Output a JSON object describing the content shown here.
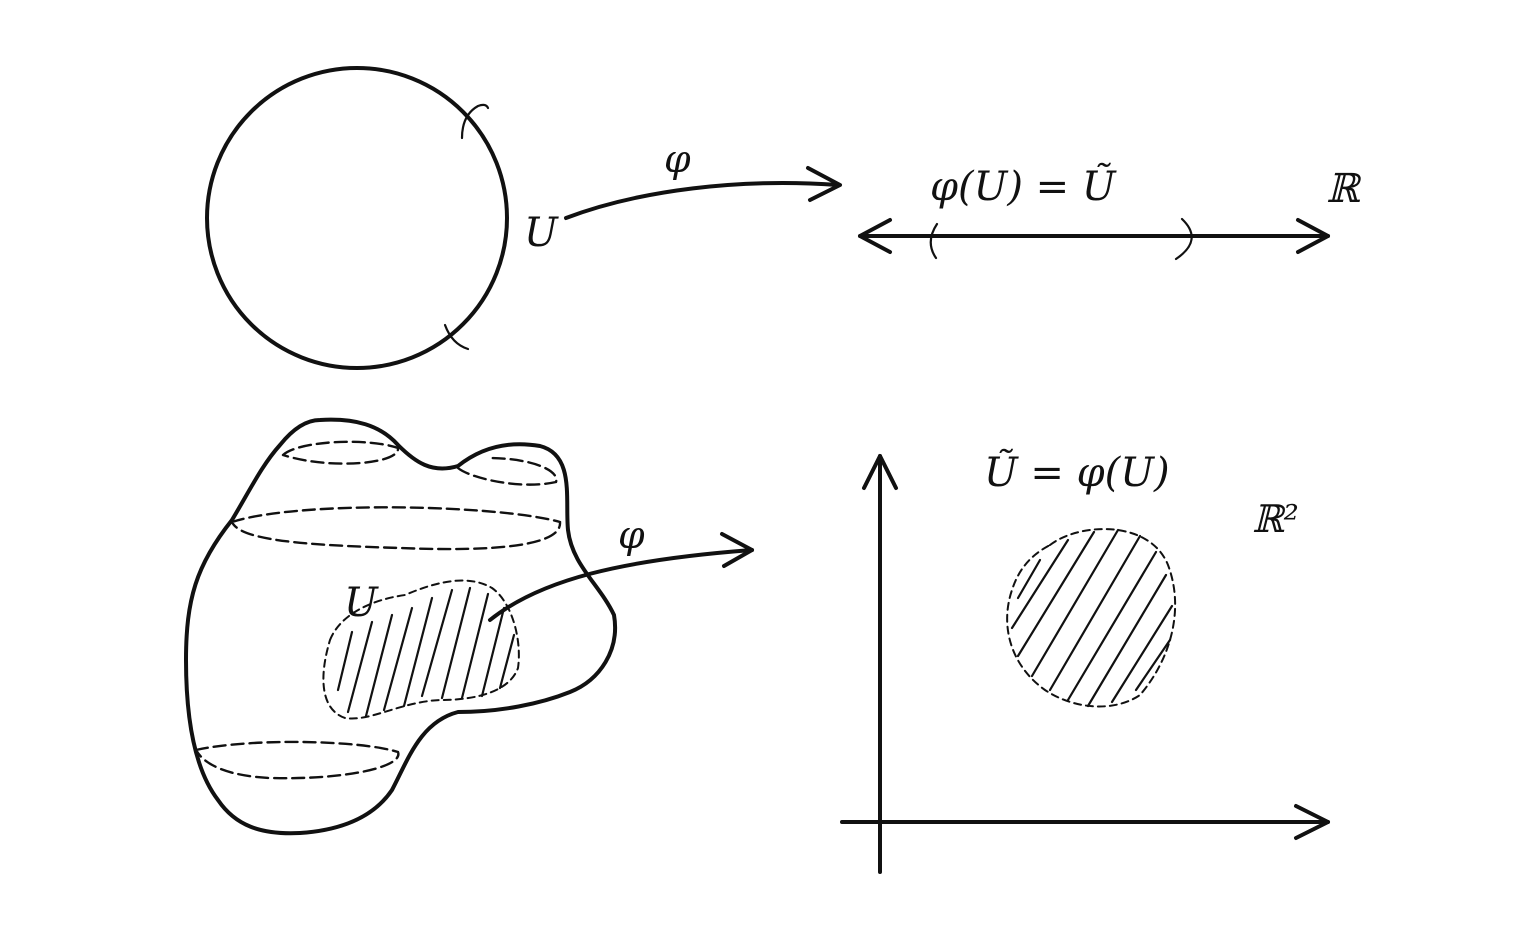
{
  "top": {
    "map_label": "φ",
    "set_label": "U",
    "image_label": "φ(U) = Ũ",
    "space_label": "ℝ"
  },
  "bottom": {
    "map_label": "φ",
    "set_label": "U",
    "image_label": "Ũ = φ(U)",
    "space_label": "ℝ²"
  }
}
